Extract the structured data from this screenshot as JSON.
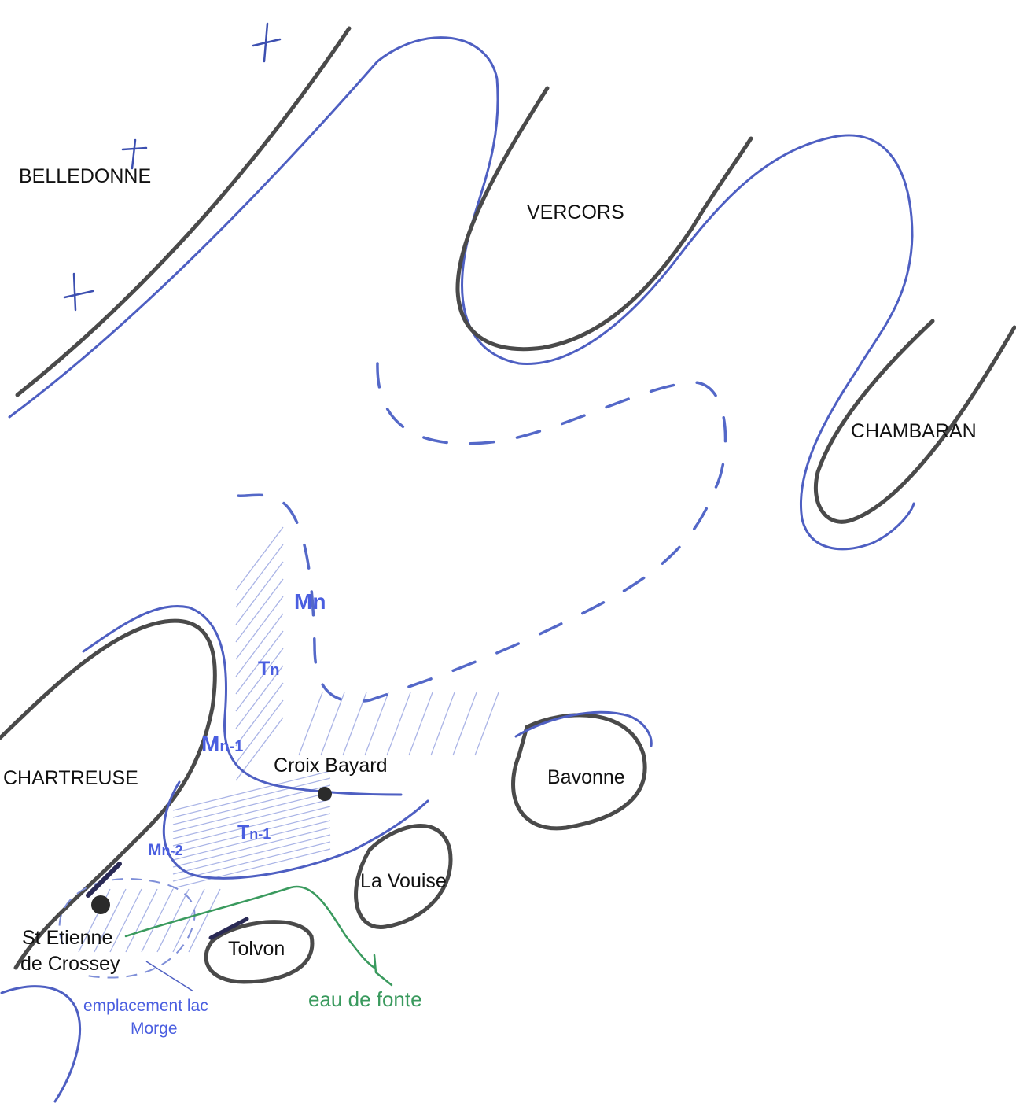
{
  "labels": {
    "belledonne": "BELLEDONNE",
    "vercors": "VERCORS",
    "chambaran": "CHAMBARAN",
    "chartreuse": "CHARTREUSE",
    "croix_bayard": "Croix Bayard",
    "bavonne": "Bavonne",
    "la_vouise": "La Vouise",
    "tolvon": "Tolvon",
    "st_etienne_line1": "St Etienne",
    "st_etienne_line2": "de Crossey",
    "lake_line1": "emplacement lac",
    "lake_line2": "Morge",
    "meltwater": "eau de fonte"
  },
  "moraine_labels": {
    "mn_base": "M",
    "mn_sub": "n",
    "tn_base": "T",
    "tn_sub": "n",
    "mn1_base": "M",
    "mn1_sub": "n-1",
    "tn1_base": "T",
    "tn1_sub": "n-1",
    "mn2_base": "M",
    "mn2_sub": "n-2"
  },
  "colors": {
    "relief_outline": "#4a4a4a",
    "moraine_blue": "#4e5fc2",
    "label_blue": "#4a5ee0",
    "meltwater_green": "#3a9a5e"
  }
}
